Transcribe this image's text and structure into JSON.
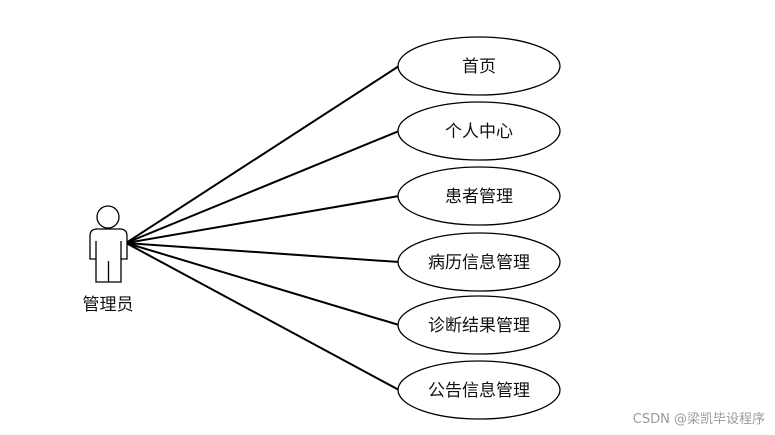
{
  "actor": {
    "label": "管理员"
  },
  "use_cases": [
    {
      "label": "首页"
    },
    {
      "label": "个人中心"
    },
    {
      "label": "患者管理"
    },
    {
      "label": "病历信息管理"
    },
    {
      "label": "诊断结果管理"
    },
    {
      "label": "公告信息管理"
    }
  ],
  "watermark": "CSDN @梁凯毕设程序",
  "colors": {
    "stroke": "#000000",
    "text": "#111111",
    "watermark": "#9a9a9a"
  }
}
